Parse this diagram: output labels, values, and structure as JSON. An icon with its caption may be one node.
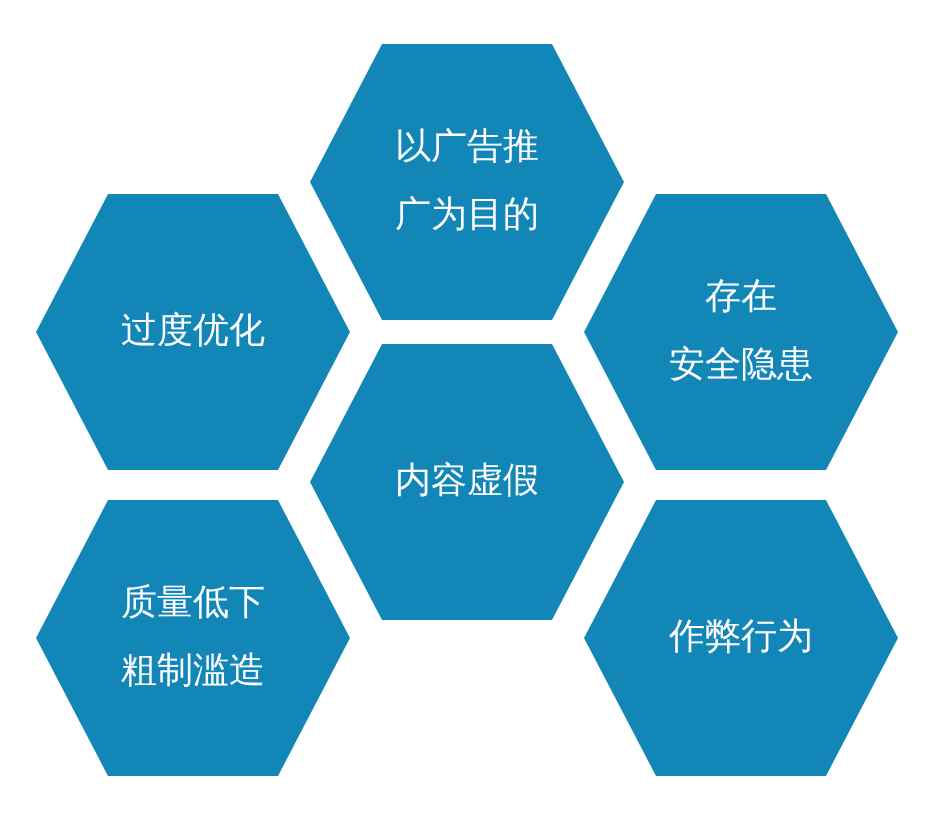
{
  "diagram": {
    "nodes": [
      {
        "text": [
          "以广告推广为目的"
        ]
      },
      {
        "text": [
          "过度优化"
        ]
      },
      {
        "text": [
          "存在安全隐患"
        ]
      },
      {
        "text": [
          "内容虚假"
        ]
      },
      {
        "text": [
          "质量低下粗制滥造"
        ]
      },
      {
        "text": [
          "作弊行为"
        ]
      }
    ]
  }
}
